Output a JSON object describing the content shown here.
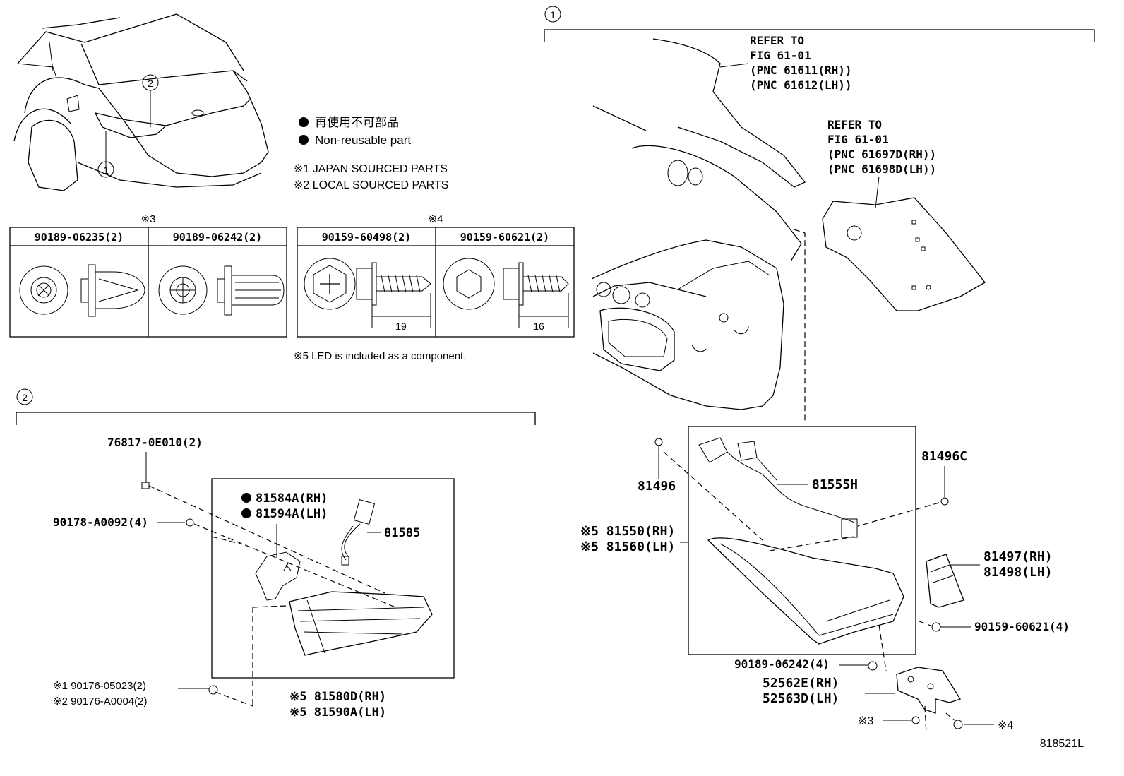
{
  "legend": {
    "non_reusable_ja": "再使用不可部品",
    "non_reusable_en": "Non-reusable part",
    "note1": "※1 JAPAN SOURCED PARTS",
    "note2": "※2 LOCAL SOURCED PARTS",
    "note5": "※5 LED is included as a component."
  },
  "fastener_tables": {
    "group3_mark": "※3",
    "group4_mark": "※4",
    "clip_a": "90189-06235(2)",
    "clip_b": "90189-06242(2)",
    "screw_a": "90159-60498(2)",
    "screw_b": "90159-60621(2)",
    "screw_a_len": "19",
    "screw_b_len": "16"
  },
  "callouts": {
    "one": "1",
    "two": "2"
  },
  "refs": {
    "ref1_l1": "REFER TO",
    "ref1_l2": "FIG 61-01",
    "ref1_l3": "(PNC 61611(RH))",
    "ref1_l4": "(PNC 61612(LH))",
    "ref2_l1": "REFER TO",
    "ref2_l2": "FIG 61-01",
    "ref2_l3": "(PNC 61697D(RH))",
    "ref2_l4": "(PNC 61698D(LH))"
  },
  "section2": {
    "p76817": "76817-0E010(2)",
    "p90178": "90178-A0092(4)",
    "p81584": "81584A(RH)",
    "p81594": "81594A(LH)",
    "p81585": "81585",
    "p90176a": "※1 90176-05023(2)",
    "p90176b": "※2 90176-A0004(2)",
    "p81580": "※5 81580D(RH)",
    "p81590": "※5 81590A(LH)"
  },
  "section1": {
    "p81496": "81496",
    "p81555": "81555H",
    "p81496c": "81496C",
    "p81550": "※5 81550(RH)",
    "p81560": "※5 81560(LH)",
    "p81497": "81497(RH)",
    "p81498": "81498(LH)",
    "p90159": "90159-60621(4)",
    "p90189": "90189-06242(4)",
    "p52562": "52562E(RH)",
    "p52563": "52563D(LH)",
    "mark3": "※3",
    "mark4": "※4"
  },
  "figure_id": "818521L"
}
